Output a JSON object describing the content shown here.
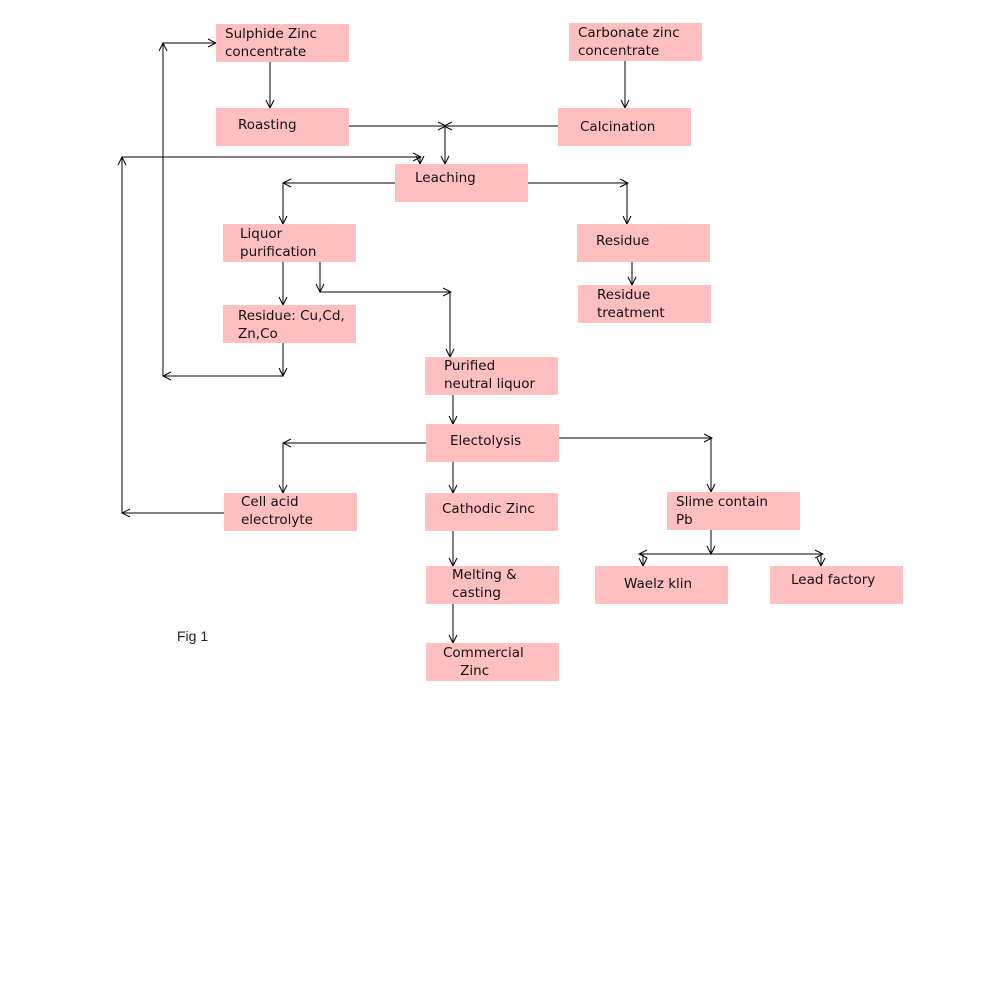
{
  "caption": "Fig 1",
  "box_color": "#ffbfbf",
  "nodes": {
    "sulphide": "Sulphide Zinc\nconcentrate",
    "carbonate": "Carbonate zinc\nconcentrate",
    "roasting": "Roasting",
    "calcination": "Calcination",
    "leaching": "Leaching",
    "liquor": "Liquor\npurification",
    "residue": "Residue",
    "residue_treatment": "Residue\ntreatment",
    "residue_metals": "Residue: Cu,Cd,\nZn,Co",
    "purified": "Purified\nneutral liquor",
    "electrolysis": "Electolysis",
    "cell_acid": "Cell acid\nelectrolyte",
    "cathodic": "Cathodic Zinc",
    "slime": "Slime contain\nPb",
    "melting": "Melting &\ncasting",
    "waelz": "Waelz klin",
    "lead_factory": "Lead factory",
    "commercial": "Commercial\n    Zinc"
  }
}
